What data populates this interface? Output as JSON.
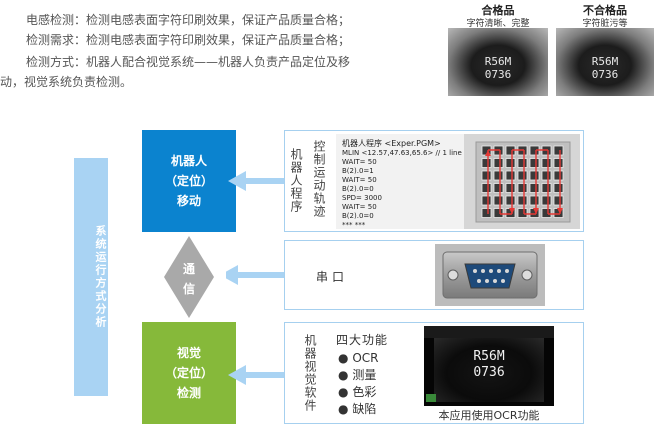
{
  "intro": {
    "line1": "电感检测：检测电感表面字符印刷效果，保证产品质量合格；",
    "line2": "检测需求：检测电感表面字符印刷效果，保证产品质量合格；",
    "line3": "检测方式：机器人配合视觉系统——机器人负责产品定位及移",
    "line4": "动，视觉系统负责检测。"
  },
  "samples": {
    "good": {
      "title": "合格品",
      "subtitle": "字符清晰、完整",
      "text1": "R56M",
      "text2": "0736"
    },
    "bad": {
      "title": "不合格品",
      "subtitle": "字符脏污等",
      "text1": "R56M",
      "text2": "0736"
    }
  },
  "system_bar": {
    "label": "系统运行方式分析"
  },
  "robot_box": {
    "line1": "机器人",
    "line2": "（定位）",
    "line3": "移动"
  },
  "comm_box": {
    "line1": "通",
    "line2": "信"
  },
  "vision_box": {
    "line1": "视觉",
    "line2": "（定位）",
    "line3": "检测"
  },
  "robot_panel": {
    "label_a": "机器人程序",
    "label_b": "控制运动轨迹",
    "code_title": "机器人程序 <Exper.PGM>",
    "code": [
      "MLIN <12.57,47.63,65.6> // 1 line",
      "WAIT= 50",
      "B(2).0=1",
      "WAIT= 50",
      "B(2).0=0",
      "SPD= 3000",
      "WAIT= 50",
      "B(2).0=0",
      "***   ***"
    ]
  },
  "comm_panel": {
    "label": "串口"
  },
  "vision_panel": {
    "label": "机器视觉软件",
    "features_title": "四大功能",
    "features": [
      "OCR",
      "测量",
      "色彩",
      "缺陷"
    ],
    "ocr_text1": "R56M",
    "ocr_text2": "0736",
    "caption": "本应用使用OCR功能"
  },
  "colors": {
    "blue": "#0b83cf",
    "green": "#86b93a",
    "light_blue": "#a9d3f3",
    "gray_diamond": "#a9a9a9",
    "panel_border": "#a6d0ef"
  }
}
